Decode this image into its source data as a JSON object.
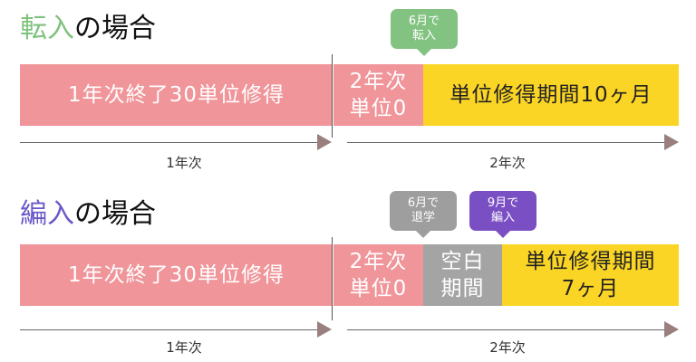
{
  "section1": {
    "title_keyword": "転入",
    "title_rest": "の場合",
    "bar": {
      "year1": "1年次終了30単位修得",
      "year2_credits": [
        "2年次",
        "単位0"
      ],
      "period": "単位修得期間10ヶ月"
    },
    "callout": [
      "6月で",
      "転入"
    ],
    "timeline": {
      "year1": "1年次",
      "year2": "2年次"
    }
  },
  "section2": {
    "title_keyword": "編入",
    "title_rest": "の場合",
    "bar": {
      "year1": "1年次終了30単位修得",
      "year2_credits": [
        "2年次",
        "単位0"
      ],
      "blank": [
        "空白",
        "期間"
      ],
      "period": [
        "単位修得期間",
        "7ヶ月"
      ]
    },
    "callout_withdraw": [
      "6月で",
      "退学"
    ],
    "callout_transfer": [
      "9月で",
      "編入"
    ],
    "timeline": {
      "year1": "1年次",
      "year2": "2年次"
    }
  },
  "colors": {
    "pink": "#f0959a",
    "yellow": "#fbd525",
    "gray": "#a4a4a4",
    "green_accent": "#7fc27e",
    "purple_accent": "#6b57c7"
  }
}
